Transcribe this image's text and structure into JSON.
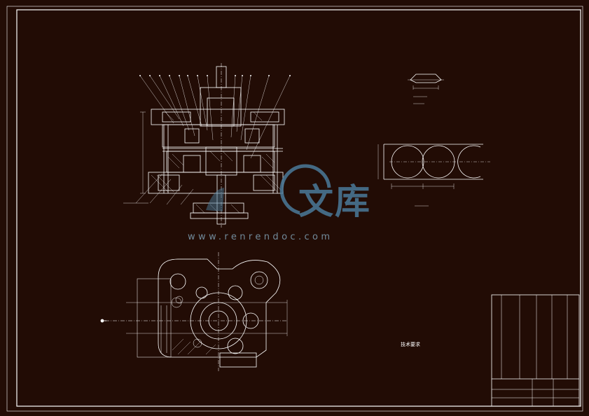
{
  "watermark": {
    "site": "www.renrendoc.com",
    "brand_chinese": "文库",
    "logo_color": "#4a7a9a"
  },
  "drawing": {
    "background_color": "#220c05",
    "line_color": "#ffffff",
    "icons": [
      "cut-line-icon",
      "circle-outline-icon"
    ]
  },
  "tech_requirements": {
    "title": "技术要求",
    "items": [
      "",
      "",
      "",
      "",
      "",
      ""
    ]
  },
  "title_block": {
    "rows": [
      [
        "",
        "",
        "",
        ""
      ],
      [
        "",
        "",
        "",
        ""
      ],
      [
        "",
        "",
        "",
        ""
      ],
      [
        "",
        "",
        "",
        ""
      ],
      [
        "",
        "",
        "",
        ""
      ],
      [
        "",
        "",
        "",
        ""
      ],
      [
        "",
        "",
        "",
        ""
      ],
      [
        "",
        "",
        "",
        ""
      ],
      [
        "",
        "",
        "",
        ""
      ],
      [
        "",
        "",
        "",
        ""
      ],
      [
        "",
        "",
        "",
        ""
      ],
      [
        "",
        "",
        "",
        ""
      ],
      [
        "",
        "",
        "",
        ""
      ],
      [
        "",
        "",
        "",
        ""
      ],
      [
        "",
        "",
        "",
        ""
      ]
    ]
  }
}
